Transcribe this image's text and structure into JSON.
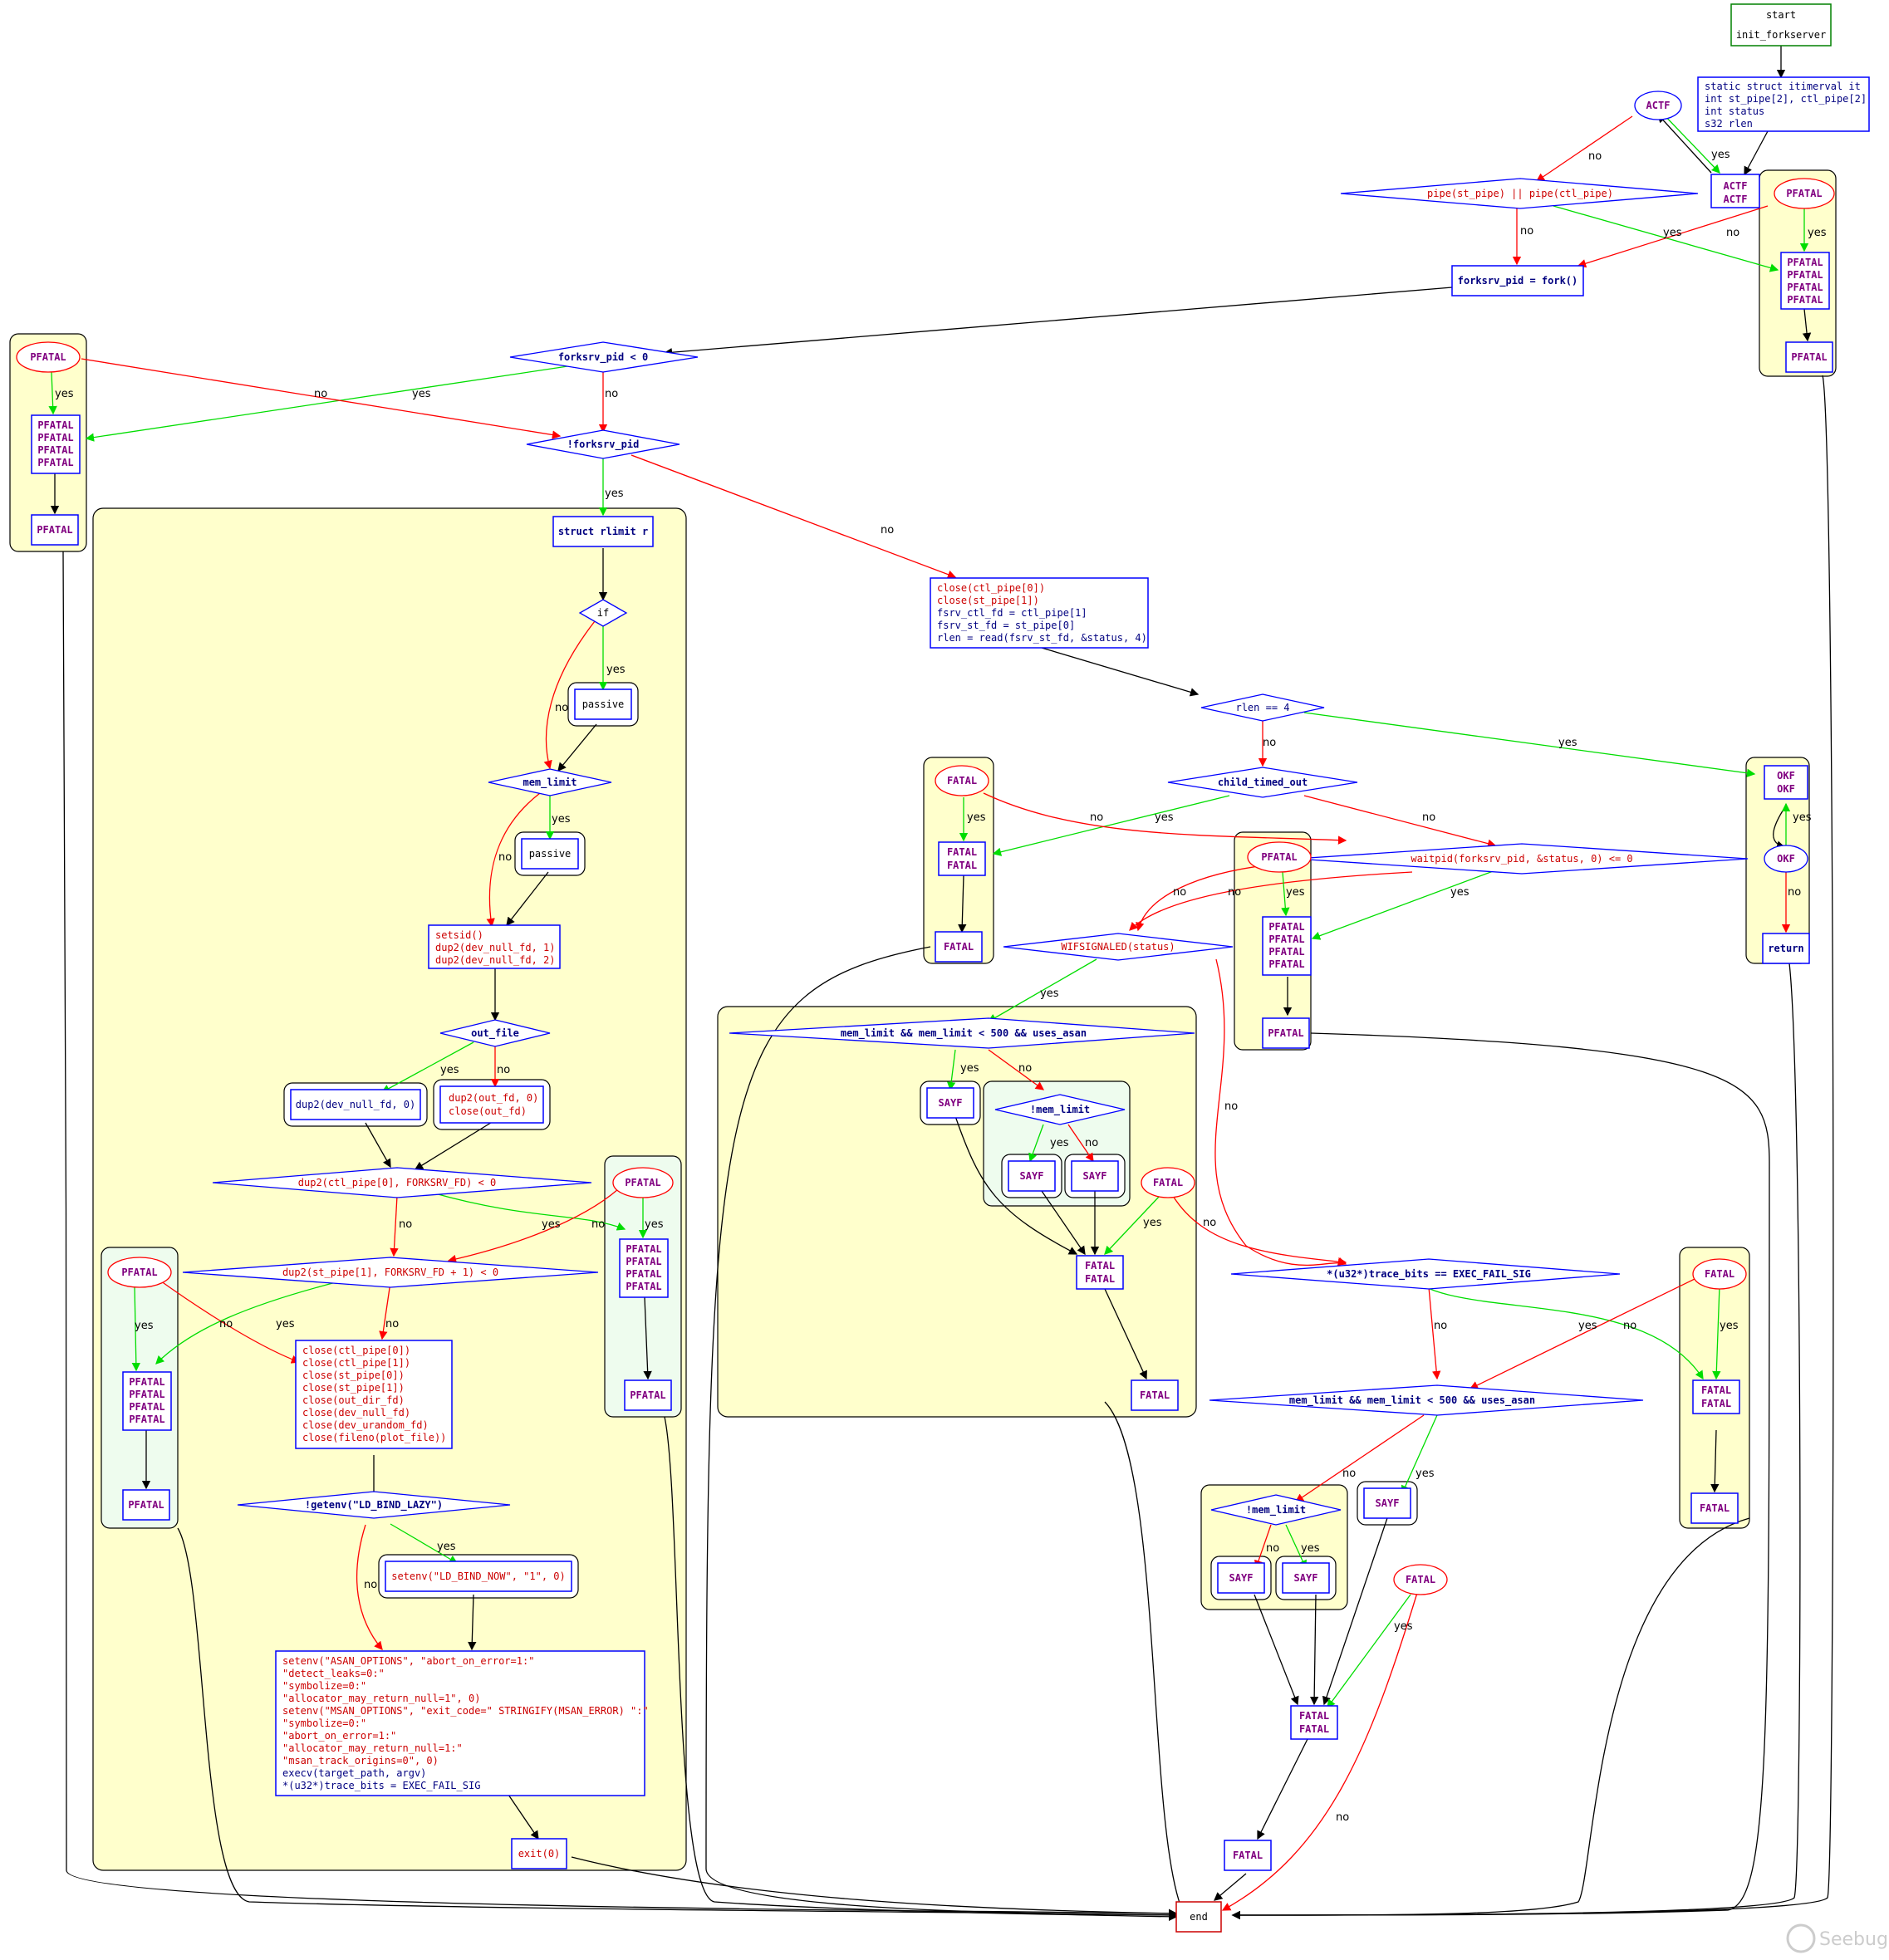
{
  "start": {
    "line1": "start",
    "line2": "init_forkserver"
  },
  "decl": [
    "static struct itimerval it",
    "int st_pipe[2], ctl_pipe[2]",
    "int status",
    "s32 rlen"
  ],
  "actf": {
    "oval": "ACTF",
    "l1": "ACTF",
    "l2": "ACTF"
  },
  "pipe_cond": "pipe(st_pipe) || pipe(ctl_pipe)",
  "fork_stmt": "forksrv_pid = fork()",
  "pfatal": "PFATAL",
  "fatal": "FATAL",
  "sayf": "SAYF",
  "okf": "OKF",
  "ret": "return",
  "forksrv_lt": "forksrv_pid < 0",
  "not_forksrv": "!forksrv_pid",
  "rlimit": "struct rlimit r",
  "if_node": "if",
  "passive": "passive",
  "mem_limit": "mem_limit",
  "setsid": [
    "setsid()",
    "dup2(dev_null_fd, 1)",
    "dup2(dev_null_fd, 2)"
  ],
  "out_file": "out_file",
  "dup_null0": "dup2(dev_null_fd, 0)",
  "dup_out": [
    "dup2(out_fd, 0)",
    "close(out_fd)"
  ],
  "dup_ctl": "dup2(ctl_pipe[0], FORKSRV_FD) < 0",
  "dup_st": "dup2(st_pipe[1], FORKSRV_FD + 1) < 0",
  "closes": [
    "close(ctl_pipe[0])",
    "close(ctl_pipe[1])",
    "close(st_pipe[0])",
    "close(st_pipe[1])",
    "close(out_dir_fd)",
    "close(dev_null_fd)",
    "close(dev_urandom_fd)",
    "close(fileno(plot_file))"
  ],
  "getenv": "!getenv(\"LD_BIND_LAZY\")",
  "setenv_now": "setenv(\"LD_BIND_NOW\", \"1\", 0)",
  "setenv_block": [
    "setenv(\"ASAN_OPTIONS\", \"abort_on_error=1:\"",
    "\"detect_leaks=0:\"",
    "\"symbolize=0:\"",
    "\"allocator_may_return_null=1\", 0)",
    "setenv(\"MSAN_OPTIONS\", \"exit_code=\" STRINGIFY(MSAN_ERROR) \":\"",
    "\"symbolize=0:\"",
    "\"abort_on_error=1:\"",
    "\"allocator_may_return_null=1:\"",
    "\"msan_track_origins=0\", 0)",
    "execv(target_path, argv)",
    "*(u32*)trace_bits = EXEC_FAIL_SIG"
  ],
  "exit0": "exit(0)",
  "parent_block": [
    "close(ctl_pipe[0])",
    "close(st_pipe[1])",
    "fsrv_ctl_fd = ctl_pipe[1]",
    "fsrv_st_fd = st_pipe[0]",
    "rlen = read(fsrv_st_fd, &status, 4)"
  ],
  "rlen_eq": "rlen == 4",
  "child_to": "child_timed_out",
  "waitpid": "waitpid(forksrv_pid, &status, 0) <= 0",
  "wifsig": "WIFSIGNALED(status)",
  "memasan": "mem_limit && mem_limit < 500 && uses_asan",
  "not_mem": "!mem_limit",
  "trace_eq": "*(u32*)trace_bits == EXEC_FAIL_SIG",
  "end": "end",
  "labels": {
    "yes": "yes",
    "no": "no"
  },
  "watermark": "Seebug"
}
